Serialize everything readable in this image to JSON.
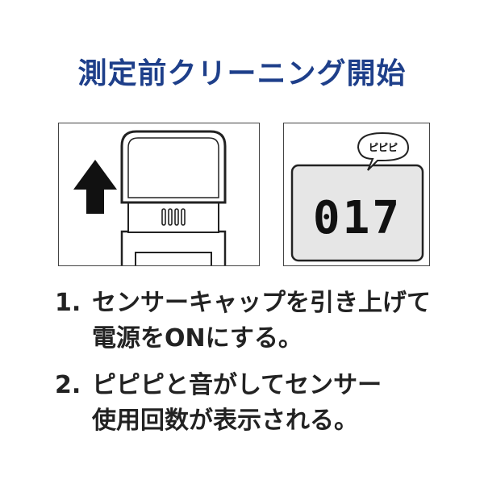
{
  "title": "測定前クリーニング開始",
  "display": {
    "bubble_text": "ピピピ",
    "counter": "017"
  },
  "steps": [
    {
      "number": "1.",
      "lines": [
        "センサーキャップを引き上げて",
        "電源をONにする。"
      ]
    },
    {
      "number": "2.",
      "lines": [
        "ピピピと音がしてセンサー",
        "使用回数が表示される。"
      ]
    }
  ],
  "colors": {
    "title": "#1e3f8a",
    "text": "#222222",
    "lcd_background": "#e6e6e6"
  },
  "icons": {
    "up_arrow": "up-arrow-icon",
    "speech_bubble": "speech-bubble-icon"
  }
}
